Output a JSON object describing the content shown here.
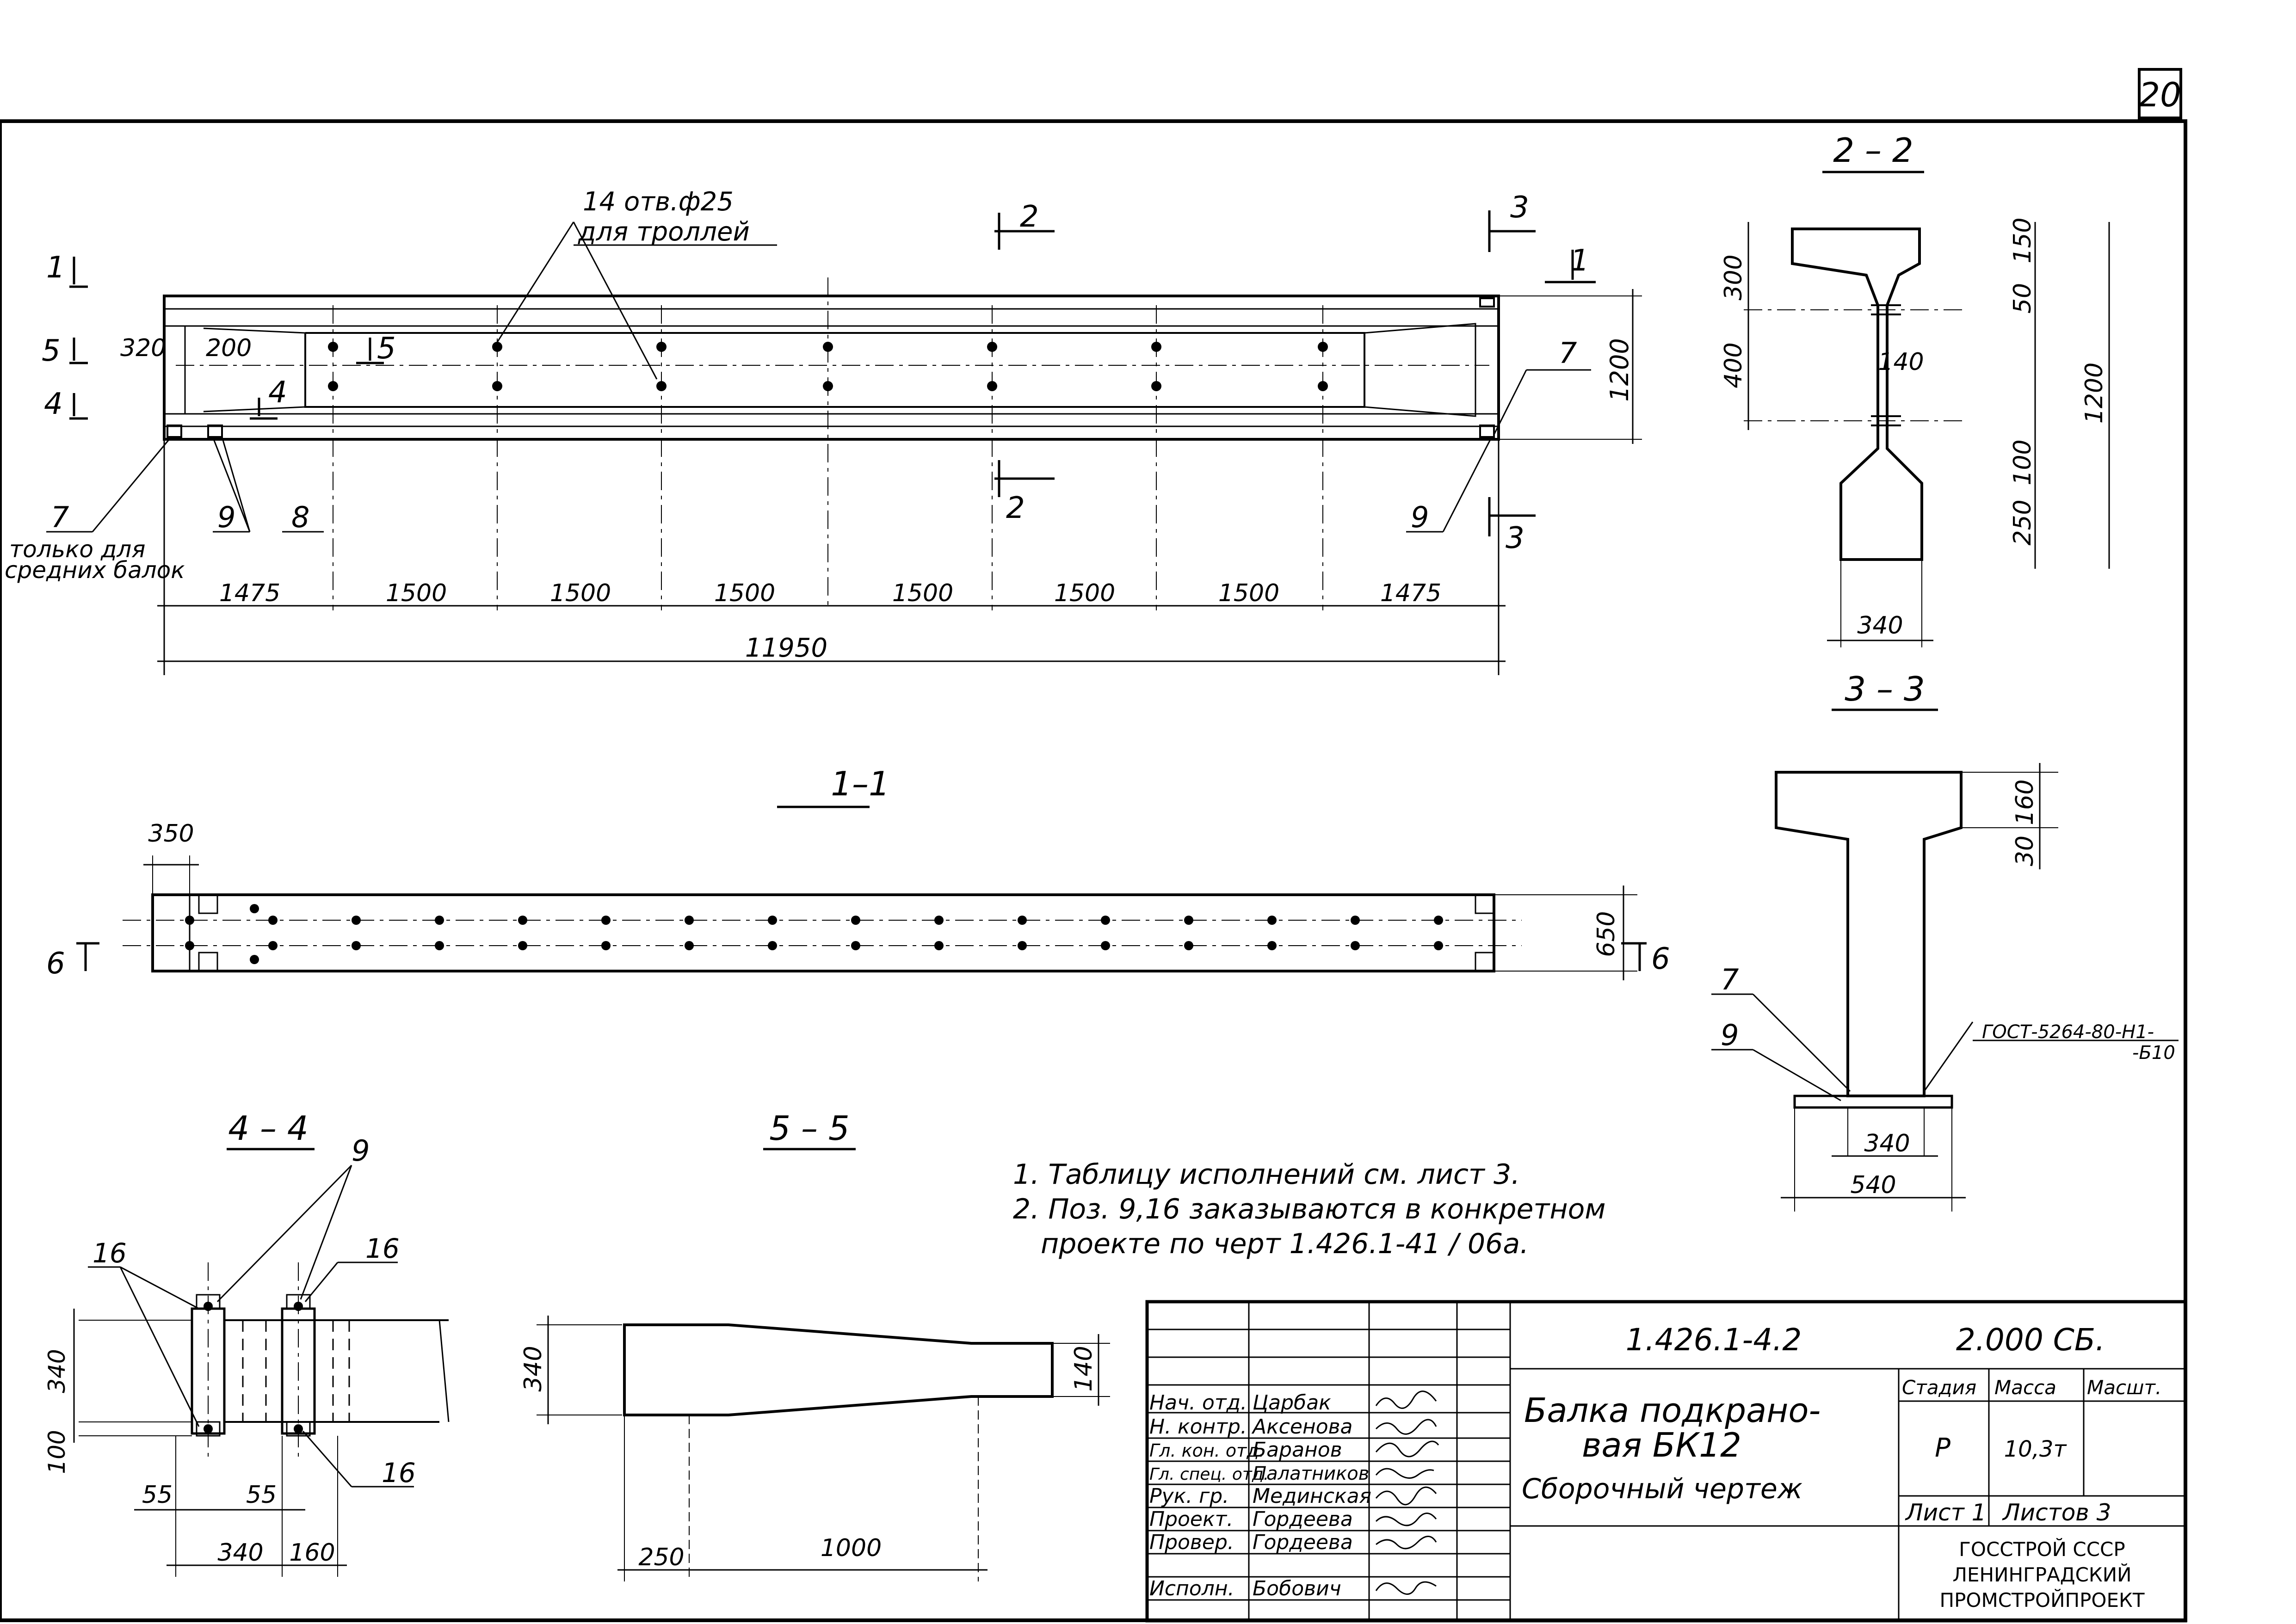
{
  "sheet_number": "20",
  "views": {
    "elevation": {
      "holes_note_line1": "14 отв.ф25",
      "holes_note_line2": "для троллей",
      "dims_bottom": [
        "1475",
        "1500",
        "1500",
        "1500",
        "1500",
        "1500",
        "1500",
        "1475"
      ],
      "dim_total": "11950",
      "dim_height": "1200",
      "dim_320": "320",
      "dim_200": "200",
      "note_middle_line1": "только для",
      "note_middle_line2": "средних балок",
      "section_marks": {
        "s1": "1",
        "s2": "2",
        "s3": "3",
        "s4": "4",
        "s5": "5"
      },
      "callouts": {
        "c7": "7",
        "c8": "8",
        "c9": "9"
      }
    },
    "section_1_1": {
      "title": "1–1",
      "dim_350": "350",
      "dim_650": "650",
      "mark_6": "6"
    },
    "section_2_2": {
      "title": "2 – 2",
      "dims_left": [
        "300",
        "400"
      ],
      "dims_right": [
        "150",
        "50",
        "100",
        "250"
      ],
      "dim_overall": "1200",
      "dim_web": "140",
      "dim_bottom": "340"
    },
    "section_3_3": {
      "title": "3 – 3",
      "dims_right": [
        "160",
        "30"
      ],
      "dims_bottom": [
        "340",
        "540"
      ],
      "callout_7": "7",
      "callout_9": "9",
      "weld_note_line1": "ГОСТ-5264-80-Н1-",
      "weld_note_line2": "-Б10"
    },
    "section_4_4": {
      "title": "4 – 4",
      "callout_9": "9",
      "callout_16": "16",
      "dims_vertical": [
        "340",
        "100"
      ],
      "dims_55": [
        "55",
        "55"
      ],
      "dims_bottom": [
        "340",
        "160"
      ]
    },
    "section_5_5": {
      "title": "5 – 5",
      "dim_height": "340",
      "dim_end": "140",
      "dims_bottom": [
        "250",
        "1000"
      ]
    }
  },
  "notes": [
    "1. Таблицу исполнений  см. лист 3.",
    "2. Поз. 9,16 заказываются в конкретном",
    "проекте по черт 1.426.1-41 / 06а."
  ],
  "title_block": {
    "code": "1.426.1-4.2",
    "doc": "2.000 СБ.",
    "name_line1": "Балка  подкрано-",
    "name_line2": "вая БК12",
    "name_line3": "Сборочный   чертеж",
    "stage_label": "Стадия",
    "mass_label": "Масса",
    "scale_label": "Масшт.",
    "stage": "Р",
    "mass": "10,3т",
    "sheet_label": "Лист 1",
    "sheets_label": "Листов 3",
    "org_line1": "ГОССТРОЙ СССР",
    "org_line2": "ЛЕНИНГРАДСКИЙ",
    "org_line3": "ПРОМСТРОЙПРОЕКТ",
    "roles": [
      "Нач. отд.",
      "Н. контр.",
      "Гл. кон. отд.",
      "Гл. спец. отд.",
      "Рук. гр.",
      "Проект.",
      "Провер.",
      "Исполн."
    ],
    "persons": [
      "Царбак",
      "Аксенова",
      "Баранов",
      "Палатников",
      "Мединская",
      "Гордеева",
      "Гордеева",
      "Бобович"
    ]
  }
}
